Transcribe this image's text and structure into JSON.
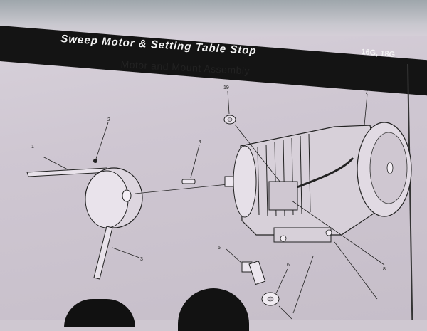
{
  "header": {
    "title": "Sweep  Motor  &  Setting  Table  Stop",
    "model": "16G, 18G"
  },
  "subtitle": "Motor  and  Mount  Assembly",
  "callouts": {
    "c1_left": "1",
    "c2": "2",
    "c3": "3",
    "c4": "4",
    "c5": "5",
    "c6": "6",
    "c7": "7",
    "c8": "8",
    "c19": "19"
  },
  "colors": {
    "paper": "#d4cdd6",
    "ink": "#222222",
    "header_band": "#141414"
  }
}
